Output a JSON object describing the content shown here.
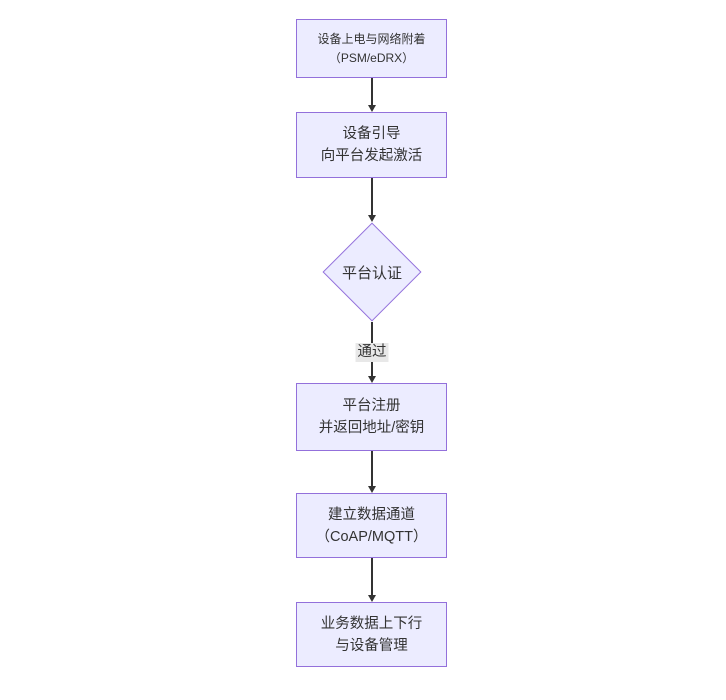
{
  "diagram": {
    "type": "flowchart-vertical",
    "colors": {
      "node_fill": "#ECECFF",
      "node_border": "#9370DB",
      "edge_color": "#333333",
      "text_color": "#333333",
      "edge_label_bg": "#E8E8E8",
      "background": "#FFFFFF"
    },
    "nodes": [
      {
        "id": "power-network-attach",
        "shape": "rect",
        "lines": [
          "设备上电与网络附着",
          "（PSM/eDRX）"
        ]
      },
      {
        "id": "device-bootstrap",
        "shape": "rect",
        "lines": [
          "设备引导",
          "向平台发起激活"
        ]
      },
      {
        "id": "platform-auth",
        "shape": "diamond",
        "lines": [
          "平台认证"
        ]
      },
      {
        "id": "platform-register",
        "shape": "rect",
        "lines": [
          "平台注册",
          "并返回地址/密钥"
        ]
      },
      {
        "id": "data-channel",
        "shape": "rect",
        "lines": [
          "建立数据通道",
          "（CoAP/MQTT）"
        ]
      },
      {
        "id": "business-data",
        "shape": "rect",
        "lines": [
          "业务数据上下行",
          "与设备管理"
        ]
      }
    ],
    "edges": [
      {
        "from": "power-network-attach",
        "to": "device-bootstrap",
        "label": ""
      },
      {
        "from": "device-bootstrap",
        "to": "platform-auth",
        "label": ""
      },
      {
        "from": "platform-auth",
        "to": "platform-register",
        "label": "通过"
      },
      {
        "from": "platform-register",
        "to": "data-channel",
        "label": ""
      },
      {
        "from": "data-channel",
        "to": "business-data",
        "label": ""
      }
    ]
  }
}
